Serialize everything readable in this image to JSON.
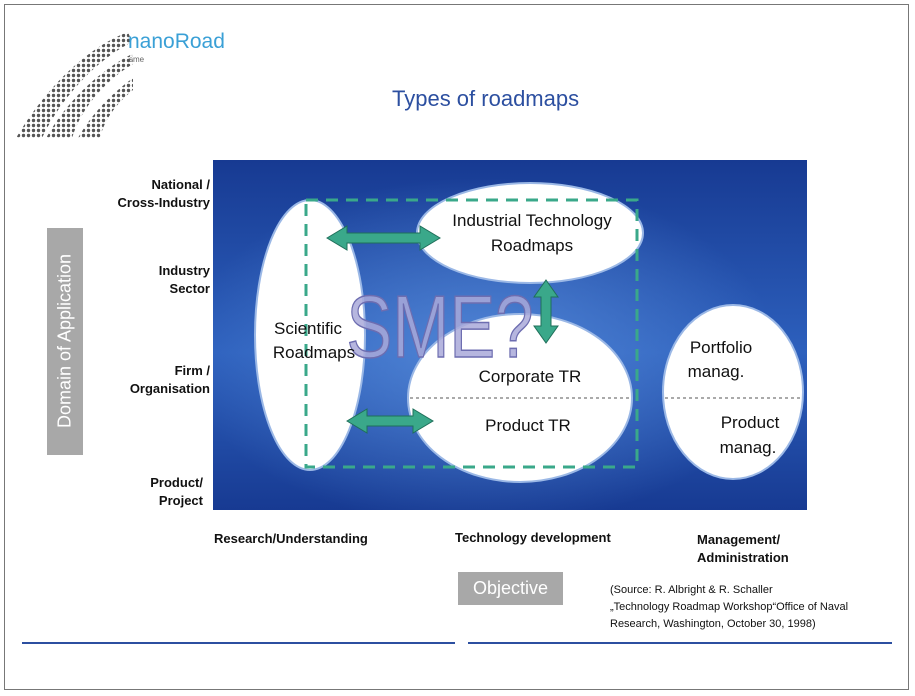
{
  "logo": {
    "name": "nanoRoad",
    "sub": "sme"
  },
  "title": "Types of roadmaps",
  "y_axis": {
    "caption": "Domain of Application",
    "levels": [
      [
        "National /",
        "Cross-Industry"
      ],
      [
        "Industry",
        "Sector"
      ],
      [
        "Firm /",
        "Organisation"
      ],
      [
        "Product/",
        "Project"
      ]
    ]
  },
  "x_axis": {
    "caption": "Objective",
    "levels": [
      [
        "Research/Understanding"
      ],
      [
        "Technology development"
      ],
      [
        "Management/",
        "Administration"
      ]
    ]
  },
  "nodes": {
    "scientific": [
      "Scientific",
      "Roadmaps"
    ],
    "industrial": [
      "Industrial Technology",
      "Roadmaps"
    ],
    "corporate": "Corporate TR",
    "product_tr": "Product TR",
    "portfolio": [
      "Portfolio",
      "manag."
    ],
    "product_manag": [
      "Product",
      "manag."
    ]
  },
  "overlay": "SME?",
  "source": [
    "(Source: R. Albright & R. Schaller",
    "„Technology Roadmap Workshop“Office of Naval",
    "Research, Washington, October 30, 1998)"
  ],
  "colors": {
    "title": "#2c4fa0",
    "panel_dark": "#173a92",
    "panel_light": "#3f78cf",
    "arrow": "#3aa88a",
    "logo": "#3aa0d6"
  }
}
